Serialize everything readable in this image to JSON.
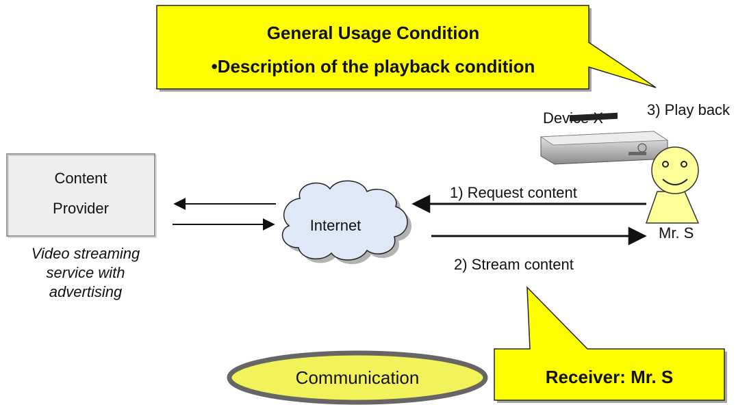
{
  "callout_top": {
    "line1": "General Usage Condition",
    "line2": "•Description of the playback condition"
  },
  "callout_bottom": {
    "label": "Receiver: Mr. S"
  },
  "device": {
    "label": "Device X"
  },
  "actions": {
    "playback": "3) Play back",
    "request": "1) Request content",
    "stream": "2) Stream content"
  },
  "person": {
    "label": "Mr. S"
  },
  "provider": {
    "line1": "Content",
    "line2": "Provider",
    "desc_line1": "Video streaming",
    "desc_line2": "service with",
    "desc_line3": "advertising"
  },
  "cloud": {
    "label": "Internet"
  },
  "ellipse": {
    "label": "Communication"
  },
  "colors": {
    "callout_fill": "#ffff00",
    "ellipse_fill": "#f2f25a",
    "ellipse_border": "#666666",
    "cloud_fill": "#dfe8f7",
    "provider_fill": "#eeeeee",
    "face_fill": "#ffff99"
  },
  "icons": {
    "device": "dvd-player-icon",
    "person": "smiley-person-icon",
    "cloud": "cloud-icon"
  }
}
